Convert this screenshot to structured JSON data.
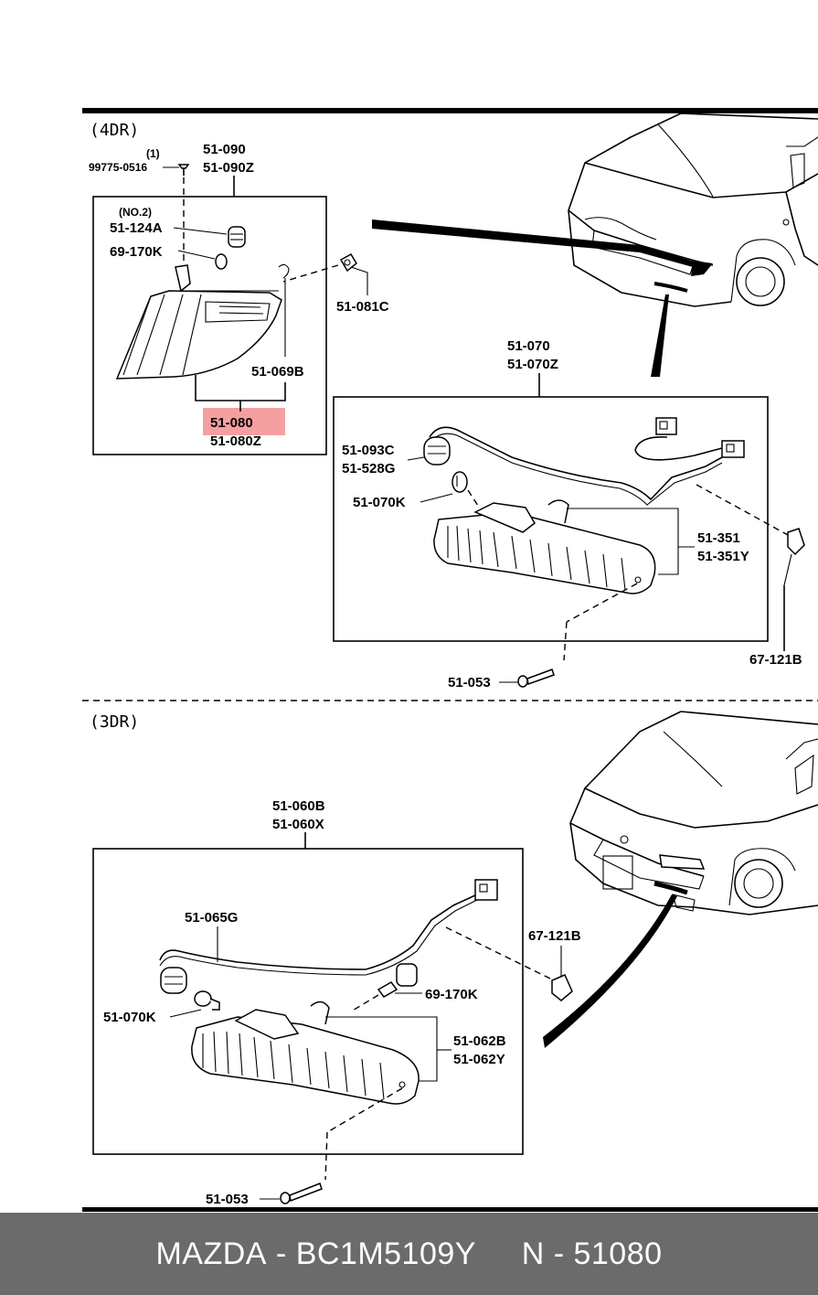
{
  "sections": {
    "four_door": "(4DR)",
    "three_door": "(3DR)"
  },
  "labels": {
    "qty_1": "(1)",
    "screw_99775": "99775-0516",
    "p51090": "51-090",
    "p51090z": "51-090Z",
    "no2": "(NO.2)",
    "p51124a": "51-124A",
    "p69170k_top": "69-170K",
    "p51081c": "51-081C",
    "p51069b": "51-069B",
    "p51080": "51-080",
    "p51080z": "51-080Z",
    "p51070": "51-070",
    "p51070z": "51-070Z",
    "p51093c": "51-093C",
    "p51528g": "51-528G",
    "p51070k_top": "51-070K",
    "p51351": "51-351",
    "p51351y": "51-351Y",
    "p67121b_top": "67-121B",
    "p51053_top": "51-053",
    "p51060b": "51-060B",
    "p51060x": "51-060X",
    "p51065g": "51-065G",
    "p67121b_bottom": "67-121B",
    "p51070k_bottom": "51-070K",
    "p69170k_bottom": "69-170K",
    "p51062b": "51-062B",
    "p51062y": "51-062Y",
    "p51053_bottom": "51-053"
  },
  "highlight_color": "#f08080",
  "footer": {
    "brand": "MAZDA",
    "part_number": "BC1M5109Y",
    "catalog_number": "N - 51080",
    "separator": "-"
  }
}
